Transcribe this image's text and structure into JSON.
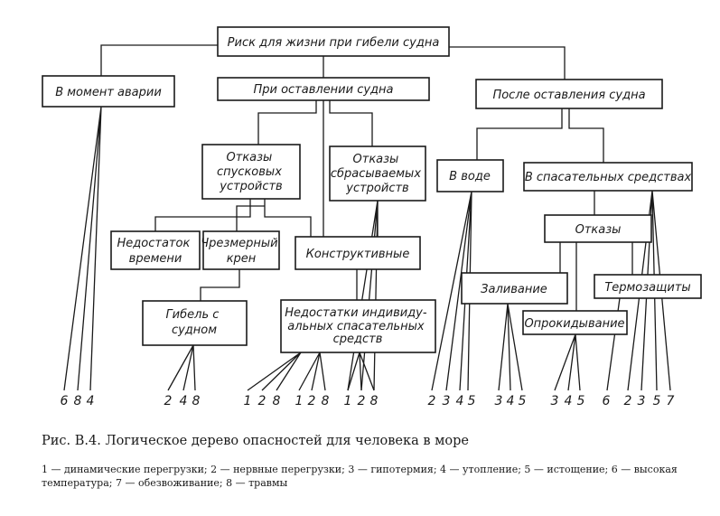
{
  "diagram": {
    "nodes": {
      "root": [
        "Риск для жизни при гибели судна"
      ],
      "moment": [
        "В момент аварии"
      ],
      "abandon": [
        "При оставлении судна"
      ],
      "after": [
        "После оставления судна"
      ],
      "launch_fail": [
        "Отказы",
        "спусковых",
        "устройств"
      ],
      "drop_fail": [
        "Отказы",
        "сбрасываемых",
        "устройств"
      ],
      "water": [
        "В воде"
      ],
      "rescue": [
        "В спасательных средствах"
      ],
      "lack_time": [
        "Недостаток",
        "времени"
      ],
      "excess_list": [
        "Чрезмерный",
        "крен"
      ],
      "structural": [
        "Конструктивные"
      ],
      "failures": [
        "Отказы"
      ],
      "flooding": [
        "Заливание"
      ],
      "thermal": [
        "Термозащиты"
      ],
      "sinking": [
        "Гибель с",
        "судном"
      ],
      "ppe": [
        "Недостатки индивиду-",
        "альных спасательных",
        "средств"
      ],
      "capsizing": [
        "Опрокидывание"
      ]
    },
    "leaf_groups": [
      [
        "6",
        "8",
        "4"
      ],
      [
        "2",
        "4",
        "8"
      ],
      [
        "1",
        "2",
        "8"
      ],
      [
        "1",
        "2",
        "8"
      ],
      [
        "1",
        "2",
        "8"
      ],
      [
        "2",
        "3",
        "4",
        "5"
      ],
      [
        "3",
        "4",
        "5"
      ],
      [
        "3",
        "4",
        "5"
      ],
      [
        "6"
      ],
      [
        "2",
        "3",
        "5",
        "7"
      ]
    ]
  },
  "caption": "Рис. В.4. Логическое дерево опасностей для человека в море",
  "legend": "1 — динамические перегрузки; 2 — нервные перегрузки; 3 — гипотермия; 4 — утопление; 5 — истощение; 6 — высокая температура; 7 — обезвоживание; 8 — травмы"
}
